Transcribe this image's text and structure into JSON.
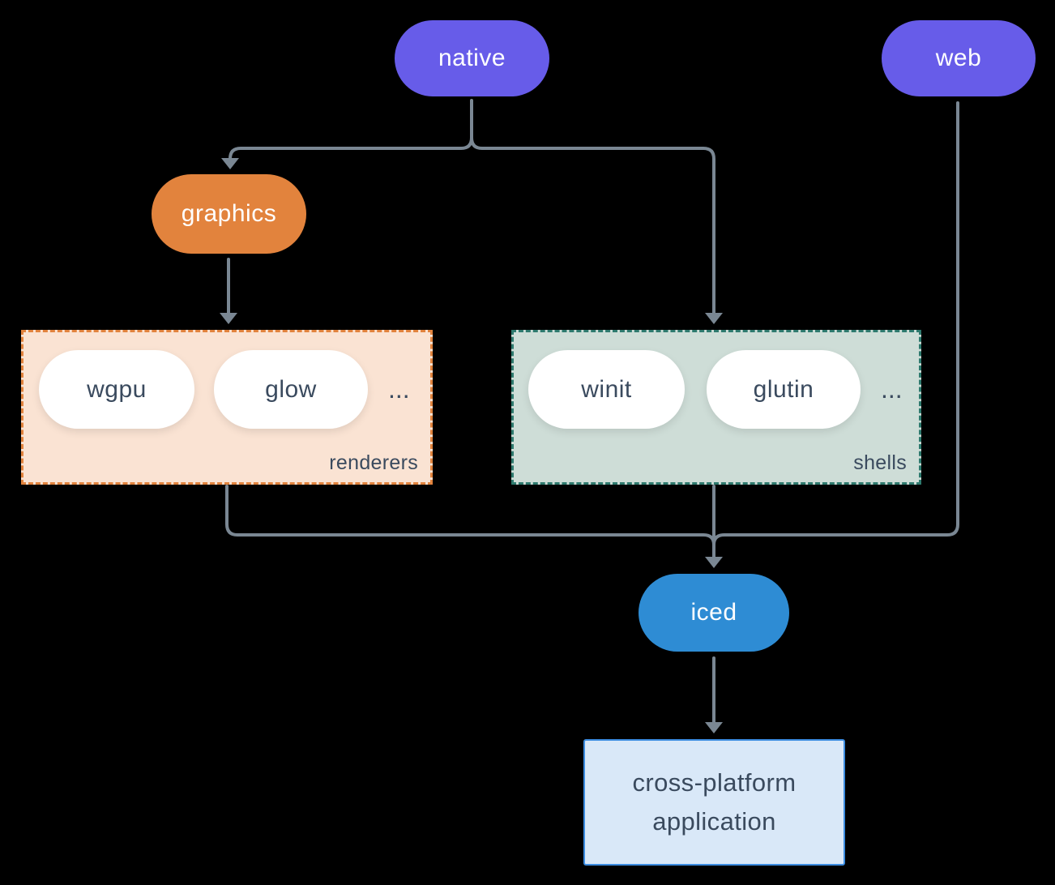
{
  "diagram": {
    "background": "#000000",
    "connector_color": "#7A8793",
    "text_color_dark": "#3A4A5E",
    "nodes": {
      "native": {
        "label": "native",
        "color": "#675CE9"
      },
      "web": {
        "label": "web",
        "color": "#675CE9"
      },
      "graphics": {
        "label": "graphics",
        "color": "#E2833D"
      },
      "iced": {
        "label": "iced",
        "color": "#2E8CD4"
      },
      "application": {
        "line1": "cross-platform",
        "line2": "application",
        "bg": "#D9E8F8",
        "border": "#3C8CE0"
      }
    },
    "groups": {
      "renderers": {
        "label": "renderers",
        "items": [
          "wgpu",
          "glow"
        ],
        "ellipsis": "...",
        "bg": "#FAE3D3",
        "border": "#E1833D"
      },
      "shells": {
        "label": "shells",
        "items": [
          "winit",
          "glutin"
        ],
        "ellipsis": "...",
        "bg": "#CEDDD7",
        "border": "#2E7A6E"
      }
    }
  }
}
